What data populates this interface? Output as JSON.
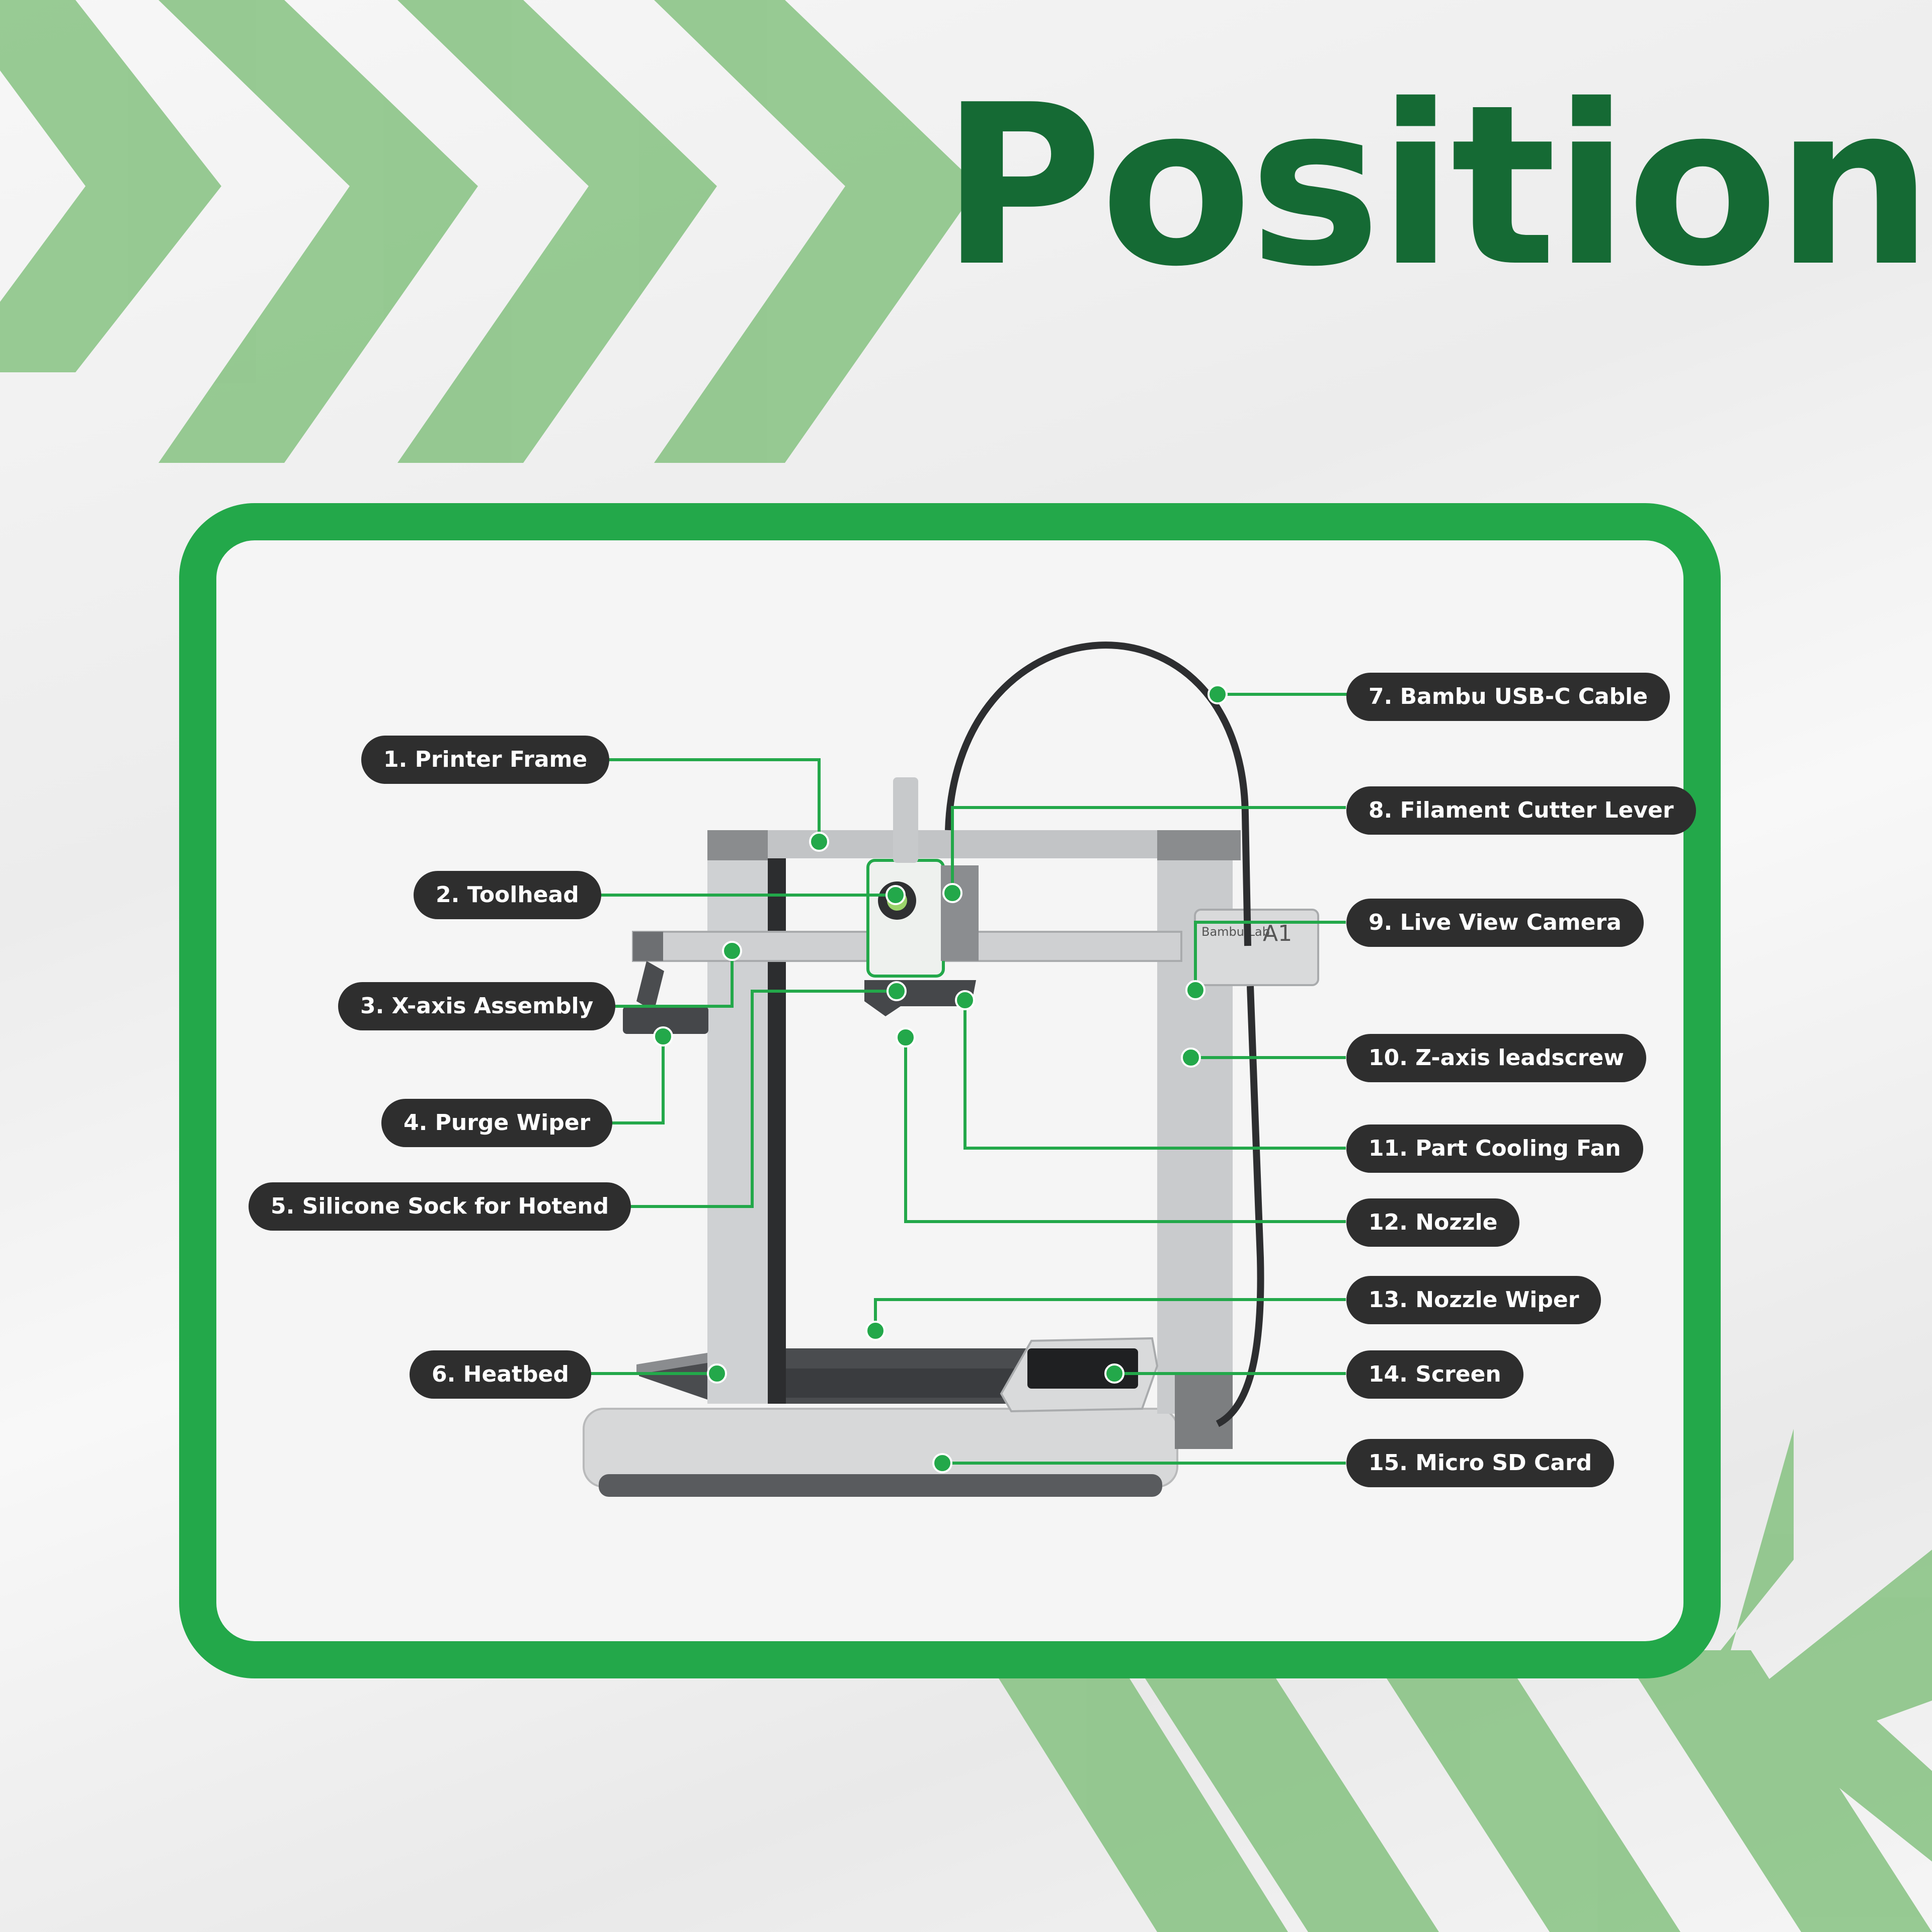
{
  "title": "Position",
  "colors": {
    "title": "#156a34",
    "frame": "#23a84a",
    "leader": "#23a84a",
    "pill_bg": "#2e2e2e",
    "pill_text": "#ffffff",
    "chevron": "#7fbf7a"
  },
  "image": "Bambu Lab A1 3D printer",
  "printer": {
    "brand_text": "Bambu Lab",
    "model_text": "A1"
  },
  "labels": [
    {
      "id": "printer-frame",
      "text": "1. Printer Frame"
    },
    {
      "id": "toolhead",
      "text": "2. Toolhead"
    },
    {
      "id": "x-axis-assembly",
      "text": "3. X-axis Assembly"
    },
    {
      "id": "purge-wiper",
      "text": "4. Purge Wiper"
    },
    {
      "id": "silicone-sock",
      "text": "5. Silicone Sock for Hotend"
    },
    {
      "id": "heatbed",
      "text": "6. Heatbed"
    },
    {
      "id": "usb-c-cable",
      "text": "7. Bambu USB-C Cable"
    },
    {
      "id": "filament-cutter-lever",
      "text": "8. Filament Cutter Lever"
    },
    {
      "id": "live-view-camera",
      "text": "9. Live View Camera"
    },
    {
      "id": "z-axis-leadscrew",
      "text": "10. Z-axis leadscrew"
    },
    {
      "id": "part-cooling-fan",
      "text": "11. Part Cooling Fan"
    },
    {
      "id": "nozzle",
      "text": "12. Nozzle"
    },
    {
      "id": "nozzle-wiper",
      "text": "13. Nozzle Wiper"
    },
    {
      "id": "screen",
      "text": "14. Screen"
    },
    {
      "id": "micro-sd-card",
      "text": "15. Micro SD Card"
    }
  ]
}
